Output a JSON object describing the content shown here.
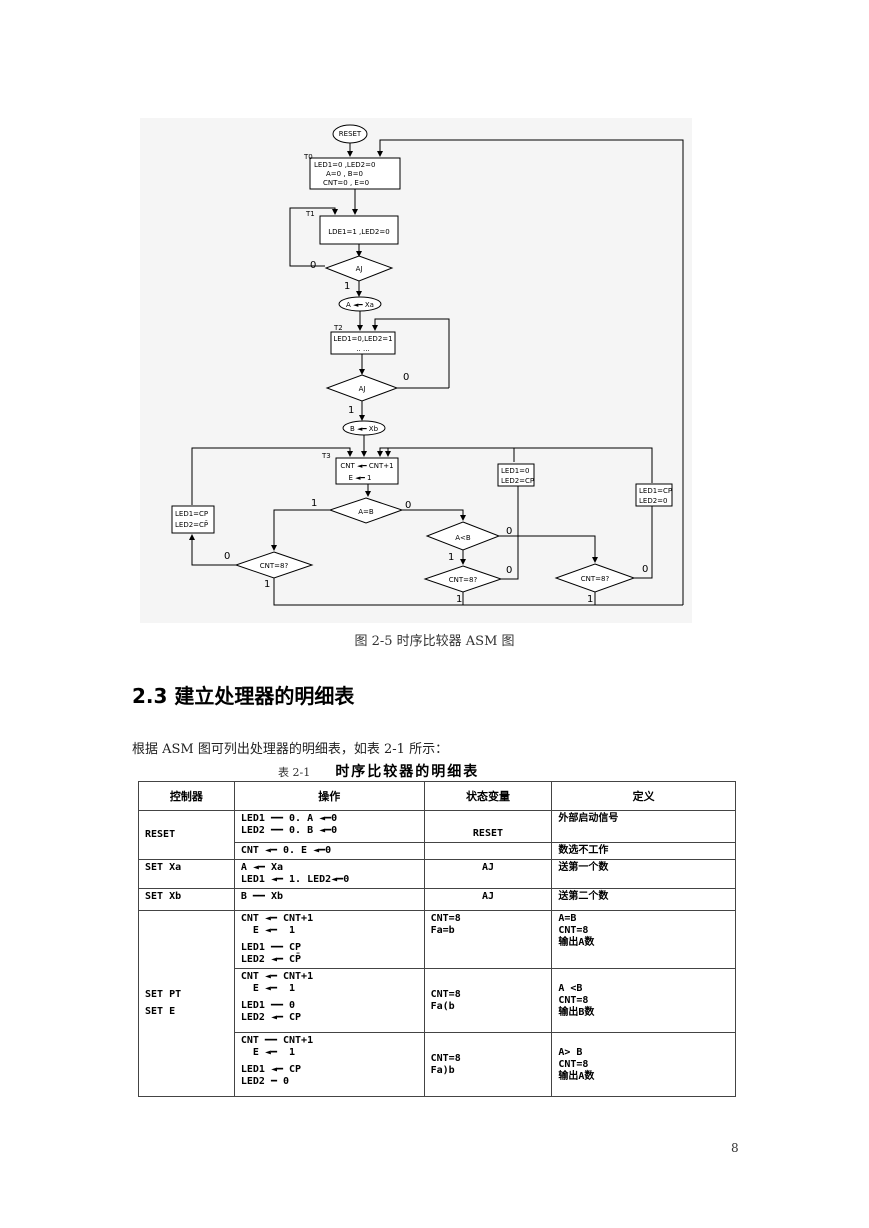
{
  "diagram": {
    "reset": "RESET",
    "t0": "T0",
    "box0": [
      "LED1=0 ,LED2=0",
      "A=0    ,  B=0",
      "CNT=0  ,  E=0"
    ],
    "t1": "T1",
    "box1": "LDE1=1 ,LED2=0",
    "aj1": "AJ",
    "zero": "0",
    "one": "1",
    "aXa": "A ◄━ Xa",
    "t2": "T2",
    "box2": [
      "LED1=0,LED2=1",
      "..     ..."
    ],
    "aj2": "AJ",
    "bXb": "B ◄━ Xb",
    "t3": "T3",
    "box3": [
      "CNT ◄━ CNT+1",
      "E ◄━  1"
    ],
    "ledCP1": [
      "LED1=0",
      "LED2=CP"
    ],
    "ledCP2": [
      "LED1=CP",
      "LED2=0"
    ],
    "ledCP3": [
      "LED1=CP",
      "LED2=CP̄"
    ],
    "aeqb": "A=B",
    "altb": "A<B",
    "cnt8": "CNT=8?"
  },
  "caption": "图 2-5   时序比较器 ASM 图",
  "section_title": "2.3  建立处理器的明细表",
  "paragraph": "根据 ASM 图可列出处理器的明细表，如表 2-1 所示：",
  "table_no": "表 2-1",
  "table_name": "时序比较器的明细表",
  "headers": [
    "控制器",
    "操作",
    "状态变量",
    "定义"
  ],
  "rows": {
    "reset": {
      "ctrl": "RESET",
      "op1": [
        "LED1 ━━ 0. A ◄━0",
        "LED2 ━━ 0. B ◄━0"
      ],
      "state1": "RESET",
      "def1": "外部启动信号",
      "op2": "CNT ◄━ 0. E ◄━0",
      "def2": "数选不工作"
    },
    "setxa": {
      "ctrl": "SET Xa",
      "op": [
        "A ◄━ Xa",
        "LED1 ◄━ 1. LED2◄━0"
      ],
      "state": "AJ",
      "def": "送第一个数"
    },
    "setxb": {
      "ctrl": "SET Xb",
      "op": "B ━━ Xb",
      "state": "AJ",
      "def": "送第二个数"
    },
    "setpt": {
      "ctrl": [
        "SET PT",
        "SET E"
      ],
      "g1": {
        "op": [
          "CNT ◄━ CNT+1",
          "  E ◄━  1",
          "LED1 ━━ CP",
          "LED2 ◄━ CP̄"
        ],
        "state": [
          "CNT=8",
          "Fa=b"
        ],
        "def": [
          "A=B",
          "CNT=8",
          "输出A数"
        ]
      },
      "g2": {
        "op": [
          "CNT ◄━ CNT+1",
          "  E ◄━  1",
          "LED1 ━━ 0",
          "LED2 ◄━ CP"
        ],
        "state": [
          "CNT=8",
          "Fa(b"
        ],
        "def": [
          "A <B",
          "CNT=8",
          "输出B数"
        ]
      },
      "g3": {
        "op": [
          "CNT ━━ CNT+1",
          "  E ◄━  1",
          "LED1 ◄━ CP",
          "LED2 ━ 0"
        ],
        "state": [
          "CNT=8",
          "Fa)b"
        ],
        "def": [
          "A> B",
          "CNT=8",
          "输出A数"
        ]
      }
    }
  },
  "page_number": "8"
}
